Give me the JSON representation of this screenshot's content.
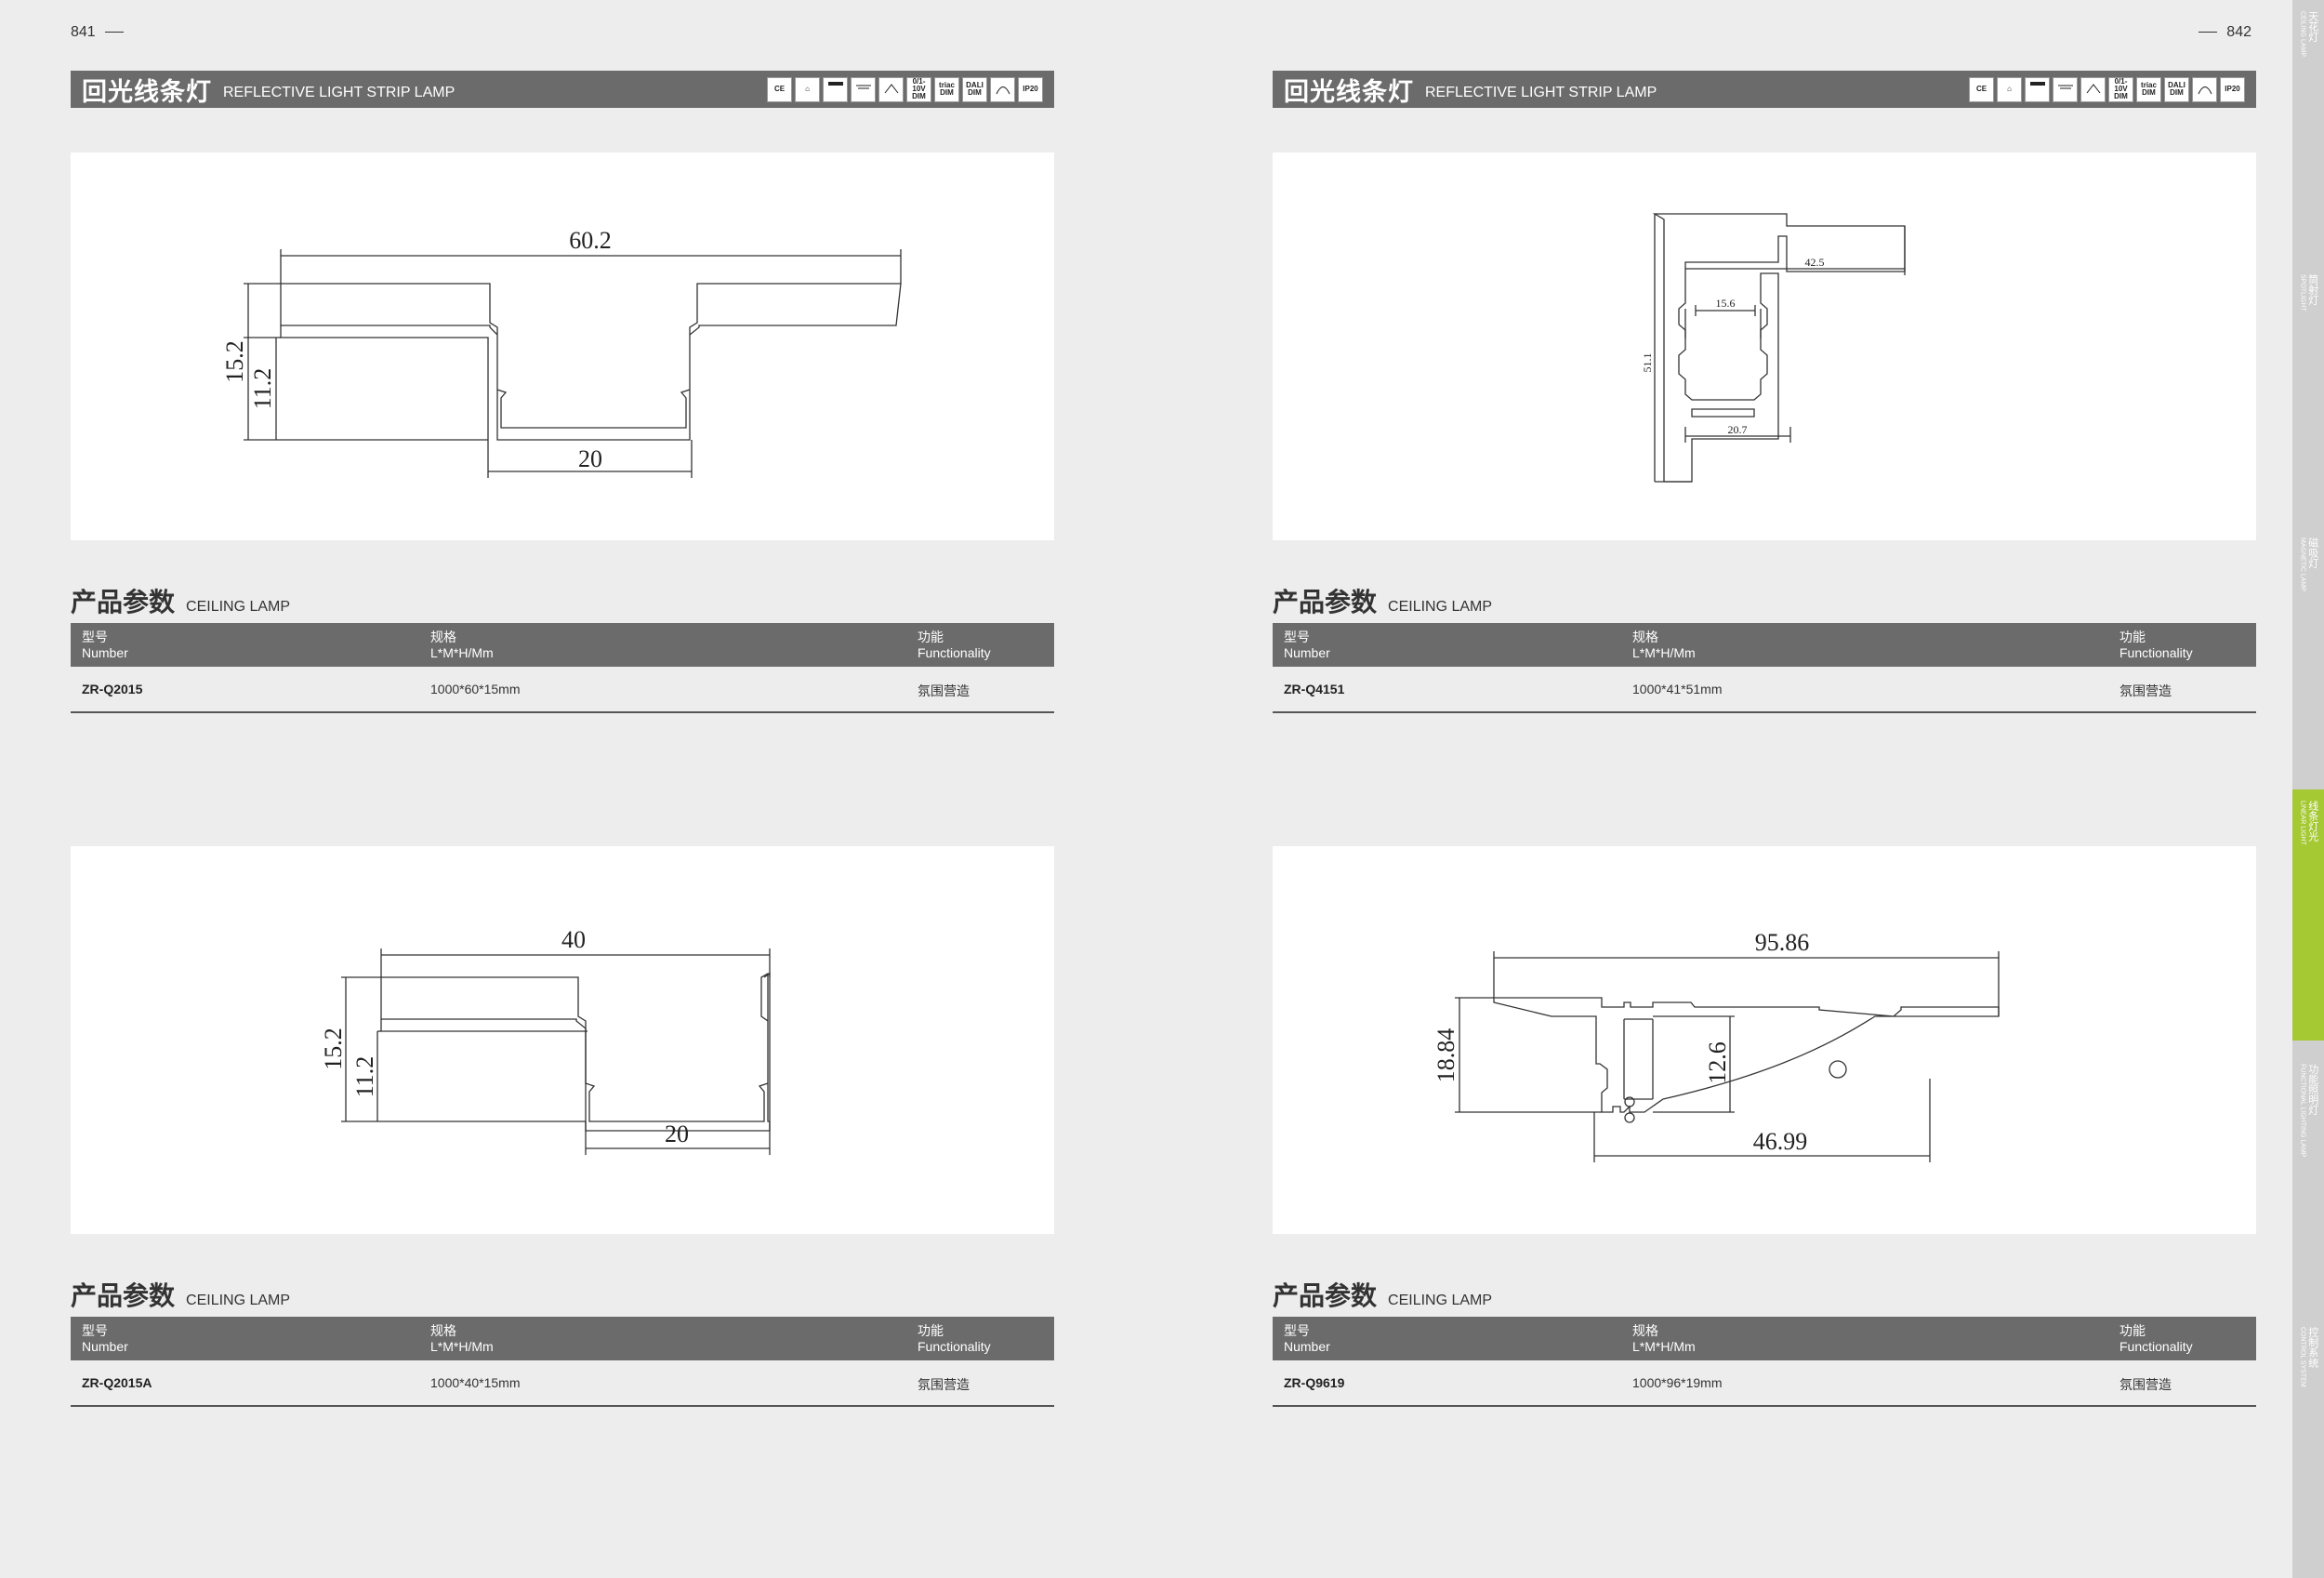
{
  "pages": {
    "left": "841",
    "right": "842"
  },
  "header": {
    "title": "回光线条灯",
    "subtitle": "REFLECTIVE LIGHT STRIP LAMP",
    "cert_icons": [
      "CE",
      "⌂",
      "",
      "",
      "",
      "0/1-10V DIM",
      "triac DIM",
      "DALI DIM",
      "",
      "IP20"
    ]
  },
  "section": {
    "title_zh": "产品参数",
    "title_en": "CEILING LAMP"
  },
  "table_headers": {
    "number_zh": "型号",
    "number_en": "Number",
    "spec_zh": "规格",
    "spec_en": "L*M*H/Mm",
    "func_zh": "功能",
    "func_en": "Functionality"
  },
  "products": [
    {
      "number": "ZR-Q2015",
      "spec": "1000*60*15mm",
      "function": "氛围营造",
      "dims": {
        "a": "60.2",
        "b": "15.2",
        "c": "11.2",
        "d": "20"
      }
    },
    {
      "number": "ZR-Q4151",
      "spec": "1000*41*51mm",
      "function": "氛围营造",
      "dims": {
        "a": "42.5",
        "b": "15.6",
        "c": "51.1",
        "d": "20.7"
      }
    },
    {
      "number": "ZR-Q2015A",
      "spec": "1000*40*15mm",
      "function": "氛围营造",
      "dims": {
        "a": "40",
        "b": "15.2",
        "c": "11.2",
        "d": "20"
      }
    },
    {
      "number": "ZR-Q9619",
      "spec": "1000*96*19mm",
      "function": "氛围营造",
      "dims": {
        "a": "95.86",
        "b": "18.84",
        "c": "12.6",
        "d": "46.99"
      }
    }
  ],
  "side_tabs": [
    {
      "zh": "天花灯",
      "en": "CEILING LAMP"
    },
    {
      "zh": "筒射灯",
      "en": "SPOTLIGHT"
    },
    {
      "zh": "磁吸灯",
      "en": "MAGNETIC LAMP"
    },
    {
      "zh": "线条灯光",
      "en": "LINEAR LIGHT"
    },
    {
      "zh": "功能照明灯",
      "en": "FUNCTIONAL LIGHTING LAMP"
    },
    {
      "zh": "控制系统",
      "en": "CONTROL SYSTEM"
    }
  ],
  "colors": {
    "header_bg": "#6b6b6b",
    "active_tab": "#a5c933",
    "tab_bg": "#cfcfcf"
  }
}
